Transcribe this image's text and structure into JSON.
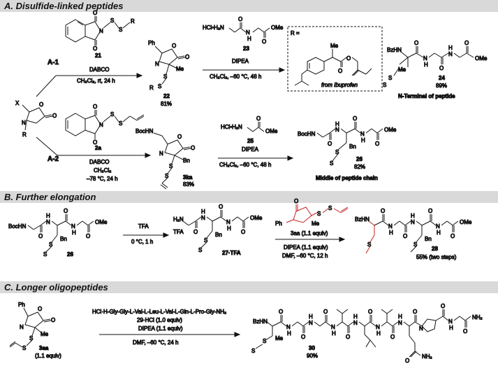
{
  "sections": {
    "a": {
      "title": "A. Disulfide-linked peptides"
    },
    "b": {
      "title": "B. Further elongation"
    },
    "c": {
      "title": "C. Longer oligopeptides"
    }
  },
  "routes": {
    "a1": "A-1",
    "a2": "A-2"
  },
  "compounds": {
    "c21": "21",
    "c22": "22",
    "c22_yield": "81%",
    "c23": "23",
    "c23_formula": "HCl•H₂N",
    "c24": "24",
    "c24_yield": "89%",
    "c2a": "2a",
    "c3ka": "3ka",
    "c3ka_yield": "83%",
    "c25": "25",
    "c25_formula": "HCl•H₂N",
    "c26": "26",
    "c26_yield": "82%",
    "c26b": "26",
    "c27": "27·TFA",
    "c3aa": "3aa (1.1 equiv)",
    "c28": "28",
    "c28_yield": "55% (two steps)",
    "c3aa_c": "3aa",
    "c3aa_c_equiv": "(1.1 equiv)",
    "c30": "30",
    "c30_yield": "90%"
  },
  "conditions": {
    "a1_reagent": "DABCO",
    "a1_cond": "CH₂Cl₂, rt, 24 h",
    "a1_step2": "DIPEA",
    "a1_step2_cond": "CH₂Cl₂, –60 °C, 48 h",
    "a2_reagent": "DABCO",
    "a2_solvent": "CH₂Cl₂",
    "a2_temp": "–78 °C, 24 h",
    "a2_step2": "DIPEA",
    "a2_step2_cond": "CH₂Cl₂, –60 °C, 48 h",
    "b1_reagent": "TFA",
    "b1_cond": "0 °C, 1 h",
    "b2_reagent": "DIPEA (1.1 equiv)",
    "b2_cond": "DMF, –60 °C, 12 h",
    "c_peptide": "HCl·H-Gly-Gly-L-Val-L-Leu-L-Val-L-Gln-L-Pro-Gly-NH₂",
    "c_reagent1": "29·HCl (1.0 equiv)",
    "c_reagent2": "DIPEA (1.1 equiv)",
    "c_cond": "DMF, –60 °C, 24 h"
  },
  "captions": {
    "r_eq": "R =",
    "ibuprofen": "from Ibuprofen",
    "n_terminal": "N-Terminal of peptide",
    "middle": "Middle of peptide chain"
  },
  "atoms": {
    "ph": "Ph",
    "o": "O",
    "n": "N",
    "s": "S",
    "r": "R",
    "x": "X",
    "me": "Me",
    "bn": "Bn",
    "nh": "H",
    "boc": "BocHN",
    "bz": "BzHN",
    "ome": "OMe",
    "h2n": "H₂N",
    "tfa": "TFA",
    "nh2": "NH₂",
    "h": "H"
  }
}
